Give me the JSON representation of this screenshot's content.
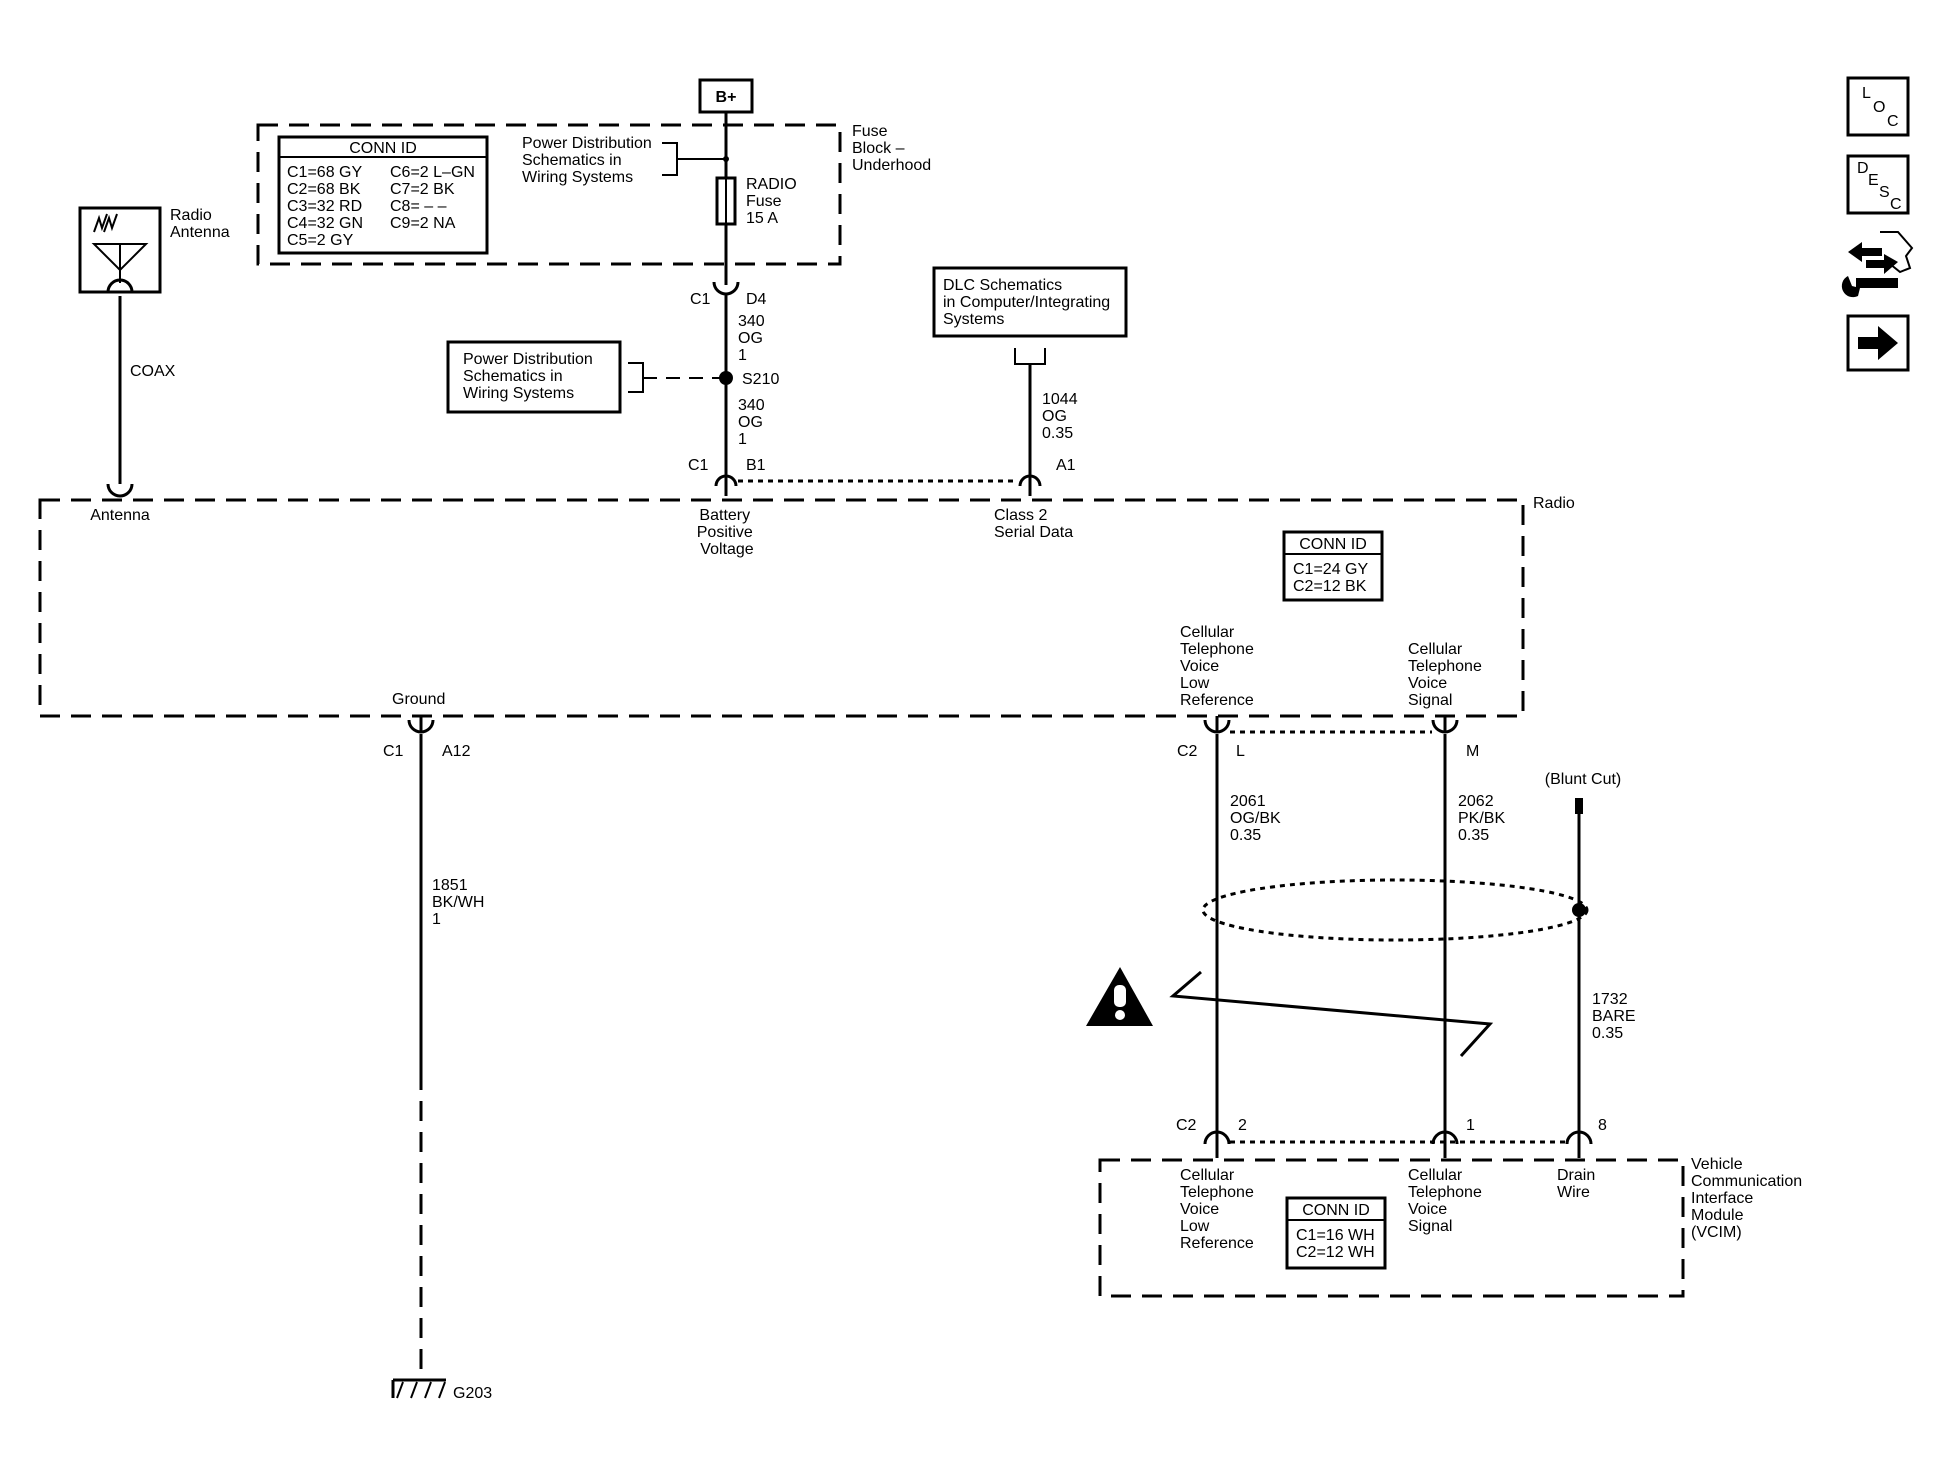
{
  "supply": {
    "label": "B+"
  },
  "fuse_block": {
    "label_lines": [
      "Fuse",
      "Block –",
      "Underhood"
    ]
  },
  "conn_id_fuse": {
    "title": "CONN ID",
    "left": [
      "C1=68 GY",
      "C2=68 BK",
      "C3=32 RD",
      "C4=32 GN",
      "C5=2 GY"
    ],
    "right": [
      "C6=2 L–GN",
      "C7=2 BK",
      "C8= – –",
      "C9=2 NA"
    ]
  },
  "pd_ref_fuse": {
    "lines": [
      "Power Distribution",
      "Schematics in",
      "Wiring Systems"
    ]
  },
  "fuse": {
    "lines": [
      "RADIO",
      "Fuse",
      "15 A"
    ]
  },
  "radio_antenna": {
    "label_lines": [
      "Radio",
      "Antenna"
    ],
    "coax_label": "COAX",
    "pin_label": "Antenna"
  },
  "conn_c1_d4": {
    "conn": "C1",
    "pin": "D4"
  },
  "wire_340_top": {
    "lines": [
      "340",
      "OG",
      "1"
    ]
  },
  "pd_ref_splice": {
    "lines": [
      "Power Distribution",
      "Schematics in",
      "Wiring Systems"
    ]
  },
  "splice": {
    "label": "S210"
  },
  "wire_340_bottom": {
    "lines": [
      "340",
      "OG",
      "1"
    ]
  },
  "conn_c1_b1": {
    "conn": "C1",
    "pin": "B1"
  },
  "dlc_ref": {
    "lines": [
      "DLC Schematics",
      "in Computer/Integrating",
      "Systems"
    ]
  },
  "wire_1044": {
    "lines": [
      "1044",
      "OG",
      "0.35"
    ]
  },
  "conn_a1": {
    "pin": "A1"
  },
  "radio": {
    "label": "Radio",
    "battery_pin_lines": [
      "Battery",
      "Positive",
      "Voltage"
    ],
    "serial_pin_lines": [
      "Class 2",
      "Serial Data"
    ],
    "ground_pin": "Ground",
    "cell_low_lines": [
      "Cellular",
      "Telephone",
      "Voice",
      "Low",
      "Reference"
    ],
    "cell_signal_lines": [
      "Cellular",
      "Telephone",
      "Voice",
      "Signal"
    ]
  },
  "conn_id_radio": {
    "title": "CONN ID",
    "lines": [
      "C1=24 GY",
      "C2=12 BK"
    ]
  },
  "conn_c1_a12": {
    "conn": "C1",
    "pin": "A12"
  },
  "wire_1851": {
    "lines": [
      "1851",
      "BK/WH",
      "1"
    ]
  },
  "ground": {
    "label": "G203"
  },
  "conn_c2_l": {
    "conn": "C2",
    "pin": "L"
  },
  "conn_m": {
    "pin": "M"
  },
  "wire_2061": {
    "lines": [
      "2061",
      "OG/BK",
      "0.35"
    ]
  },
  "wire_2062": {
    "lines": [
      "2062",
      "PK/BK",
      "0.35"
    ]
  },
  "blunt_cut": {
    "label": "(Blunt Cut)"
  },
  "wire_1732": {
    "lines": [
      "1732",
      "BARE",
      "0.35"
    ]
  },
  "conn_c2_2": {
    "conn": "C2",
    "pin": "2"
  },
  "conn_1": {
    "pin": "1"
  },
  "conn_8": {
    "pin": "8"
  },
  "vcim": {
    "label_lines": [
      "Vehicle",
      "Communication",
      "Interface",
      "Module",
      "(VCIM)"
    ],
    "cell_low_lines": [
      "Cellular",
      "Telephone",
      "Voice",
      "Low",
      "Reference"
    ],
    "cell_signal_lines": [
      "Cellular",
      "Telephone",
      "Voice",
      "Signal"
    ],
    "drain_lines": [
      "Drain",
      "Wire"
    ]
  },
  "conn_id_vcim": {
    "title": "CONN ID",
    "lines": [
      "C1=16 WH",
      "C2=12 WH"
    ]
  },
  "nav_icons": [
    {
      "name": "loc-icon",
      "letters": [
        "L",
        "O",
        "C"
      ]
    },
    {
      "name": "desc-icon",
      "letters": [
        "D",
        "E",
        "S",
        "C"
      ]
    },
    {
      "name": "connector-wrench-icon"
    },
    {
      "name": "arrow-right-icon"
    }
  ]
}
